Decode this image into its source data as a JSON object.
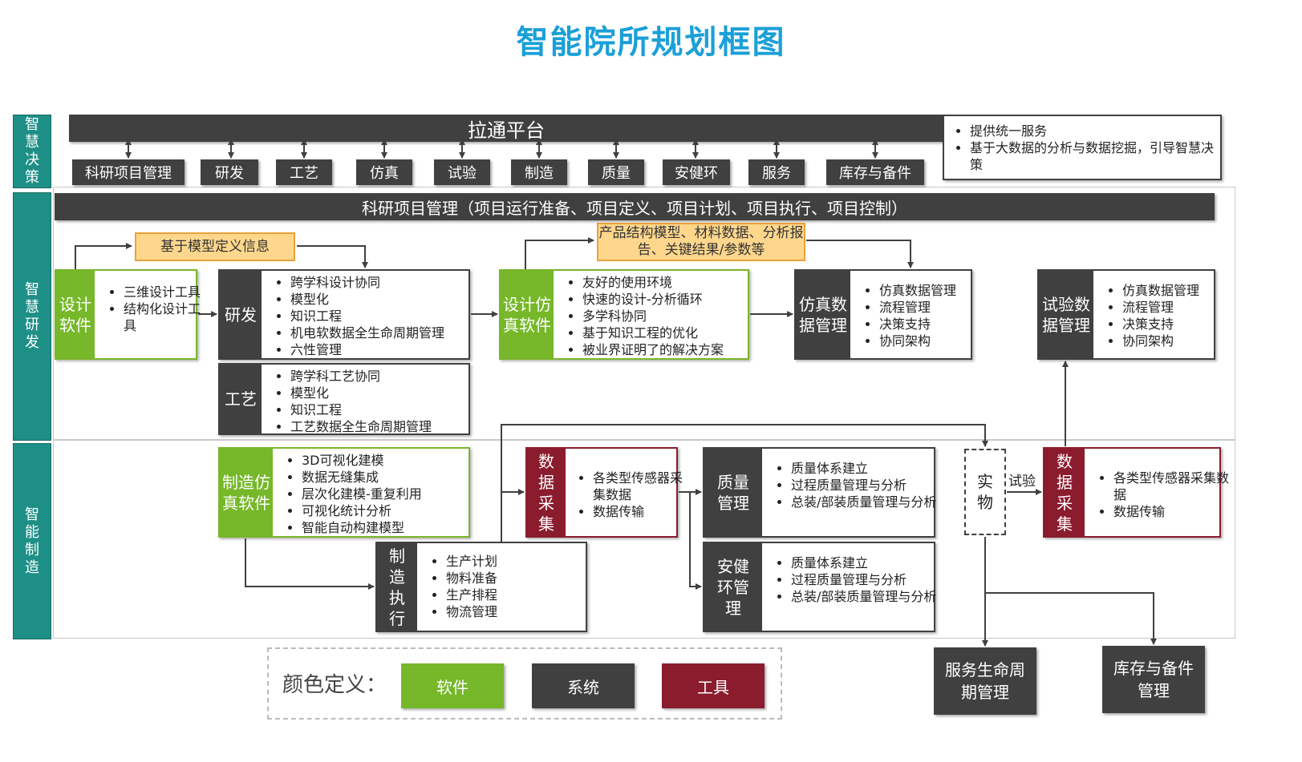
{
  "title": "智能院所规划框图",
  "side_labels": {
    "decision": "智慧决策",
    "research": "智慧研发",
    "manufacturing": "智能制造"
  },
  "platform": {
    "title": "拉通平台",
    "tabs": [
      "科研项目管理",
      "研发",
      "工艺",
      "仿真",
      "试验",
      "制造",
      "质量",
      "安健环",
      "服务",
      "库存与备件"
    ],
    "notes": [
      "提供统一服务",
      "基于大数据的分析与数据挖掘，引导智慧决策"
    ]
  },
  "project_bar": "科研项目管理（项目运行准备、项目定义、项目计划、项目执行、项目控制）",
  "callouts": {
    "model_info": "基于模型定义信息",
    "product_model": "产品结构模型、材料数据、分析报告、关键结果/参数等"
  },
  "boxes": {
    "design_sw": {
      "label": "设计软件",
      "items": [
        "三维设计工具",
        "结构化设计工具"
      ]
    },
    "rnd": {
      "label": "研发",
      "items": [
        "跨学科设计协同",
        "模型化",
        "知识工程",
        "机电软数据全生命周期管理",
        "六性管理"
      ]
    },
    "craft": {
      "label": "工艺",
      "items": [
        "跨学科工艺协同",
        "模型化",
        "知识工程",
        "工艺数据全生命周期管理"
      ]
    },
    "sim_sw": {
      "label": "设计仿真软件",
      "items": [
        "友好的使用环境",
        "快速的设计-分析循环",
        "多学科协同",
        "基于知识工程的优化",
        "被业界证明了的解决方案"
      ]
    },
    "sim_data": {
      "label": "仿真数据管理",
      "items": [
        "仿真数据管理",
        "流程管理",
        "决策支持",
        "协同架构"
      ]
    },
    "test_data": {
      "label": "试验数据管理",
      "items": [
        "仿真数据管理",
        "流程管理",
        "决策支持",
        "协同架构"
      ]
    },
    "mfg_sim": {
      "label": "制造仿真软件",
      "items": [
        "3D可视化建模",
        "数据无缝集成",
        "层次化建模-重复利用",
        "可视化统计分析",
        "智能自动构建模型"
      ]
    },
    "data_collect1": {
      "label": "数据采集",
      "items": [
        "各类型传感器采集数据",
        "数据传输"
      ]
    },
    "quality": {
      "label": "质量管理",
      "items": [
        "质量体系建立",
        "过程质量管理与分析",
        "总装/部装质量管理与分析"
      ]
    },
    "ehs": {
      "label": "安健环管理",
      "items": [
        "质量体系建立",
        "过程质量管理与分析",
        "总装/部装质量管理与分析"
      ]
    },
    "mfg_exec": {
      "label": "制造执行",
      "items": [
        "生产计划",
        "物料准备",
        "生产排程",
        "物流管理"
      ]
    },
    "physical": {
      "label": "实物"
    },
    "test_label": "试验",
    "data_collect2": {
      "label": "数据采集",
      "items": [
        "各类型传感器采集数据",
        "数据传输"
      ]
    },
    "service": {
      "label": "服务生命周期管理"
    },
    "inventory": {
      "label": "库存与备件管理"
    }
  },
  "legend": {
    "title": "颜色定义：",
    "software": "软件",
    "system": "系统",
    "tool": "工具"
  },
  "colors": {
    "title": "#1aa0d8",
    "side": "#1e8f87",
    "system": "#404040",
    "software": "#76b82a",
    "tool": "#8a1c2e",
    "callout": "#ffd78c"
  }
}
